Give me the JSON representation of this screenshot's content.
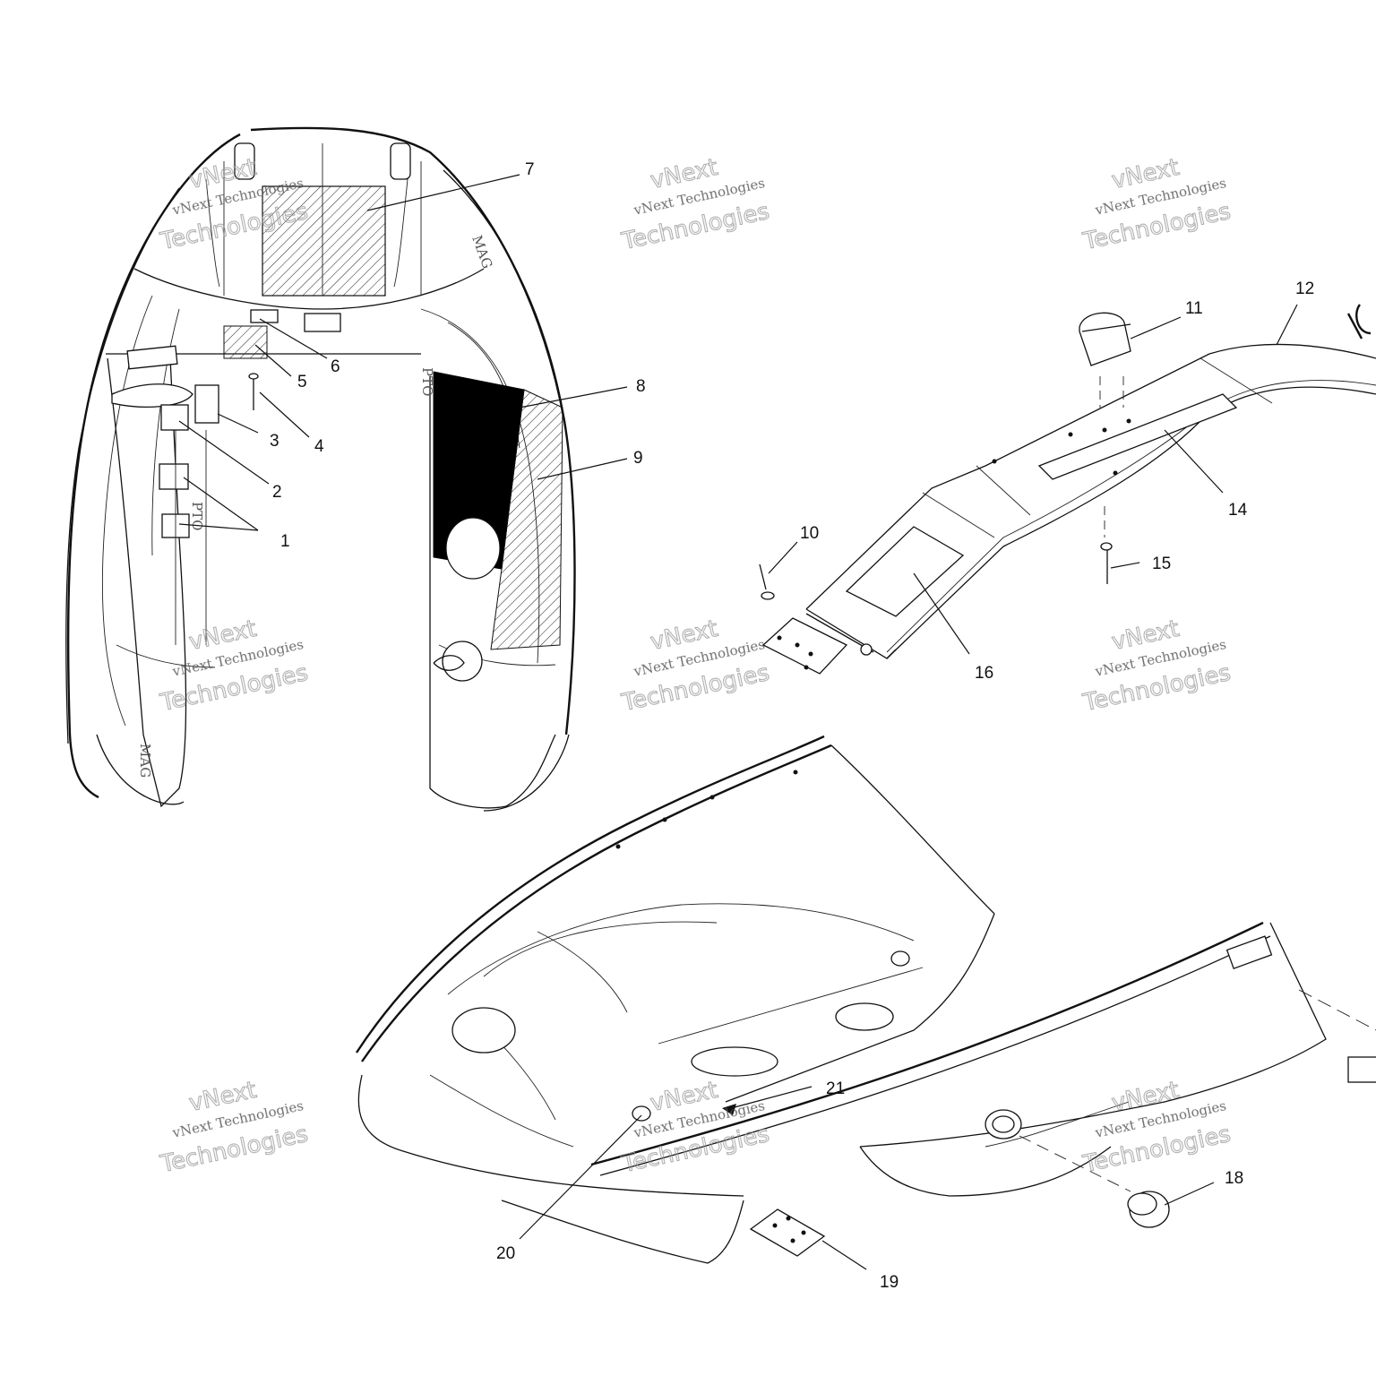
{
  "watermark": {
    "line1": "vNext",
    "line2": "vNext Technologies",
    "line3": "Technologies"
  },
  "callouts": [
    {
      "id": "1",
      "label": "1"
    },
    {
      "id": "2",
      "label": "2"
    },
    {
      "id": "3",
      "label": "3"
    },
    {
      "id": "4",
      "label": "4"
    },
    {
      "id": "5",
      "label": "5"
    },
    {
      "id": "6",
      "label": "6"
    },
    {
      "id": "7",
      "label": "7"
    },
    {
      "id": "8",
      "label": "8"
    },
    {
      "id": "9",
      "label": "9"
    },
    {
      "id": "10",
      "label": "10"
    },
    {
      "id": "11",
      "label": "11"
    },
    {
      "id": "12",
      "label": "12"
    },
    {
      "id": "14",
      "label": "14"
    },
    {
      "id": "15",
      "label": "15"
    },
    {
      "id": "16",
      "label": "16"
    },
    {
      "id": "18",
      "label": "18"
    },
    {
      "id": "19",
      "label": "19"
    },
    {
      "id": "20",
      "label": "20"
    },
    {
      "id": "21",
      "label": "21"
    }
  ],
  "part_marks": {
    "pto": "PTO",
    "mag": "MAG"
  }
}
